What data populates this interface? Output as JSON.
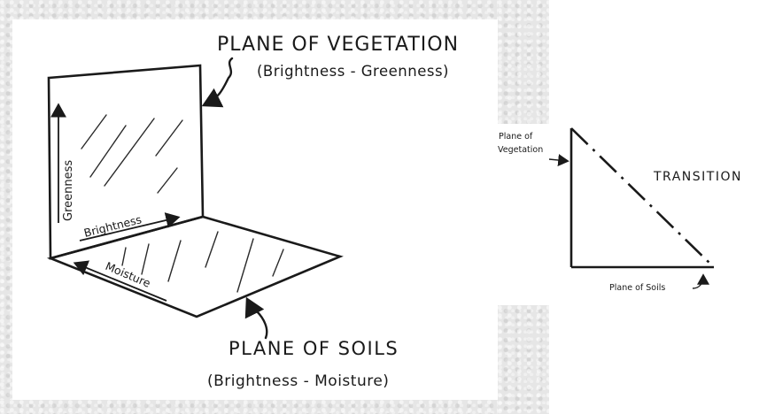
{
  "left_diagram": {
    "vegetation_title": "PLANE OF VEGETATION",
    "vegetation_subtitle": "(Brightness - Greenness)",
    "axis_greenness": "Greenness",
    "axis_brightness": "Brightness",
    "axis_moisture": "Moisture",
    "soils_title": "PLANE OF SOILS",
    "soils_subtitle": "(Brightness - Moisture)"
  },
  "right_diagram": {
    "plane_of_vegetation_line1": "Plane of",
    "plane_of_vegetation_line2": "Vegetation",
    "transition_label": "TRANSITION",
    "plane_of_soils": "Plane of Soils"
  }
}
